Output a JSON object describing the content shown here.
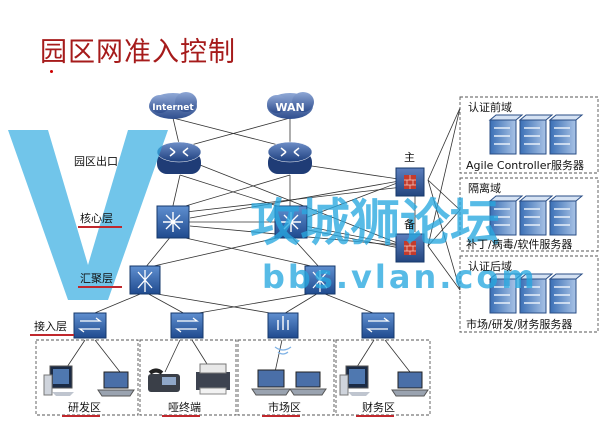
{
  "title": "园区网准入控制",
  "clouds": {
    "internet": "Internet",
    "wan": "WAN"
  },
  "layers": {
    "egress": "园区出口",
    "core": "核心层",
    "aggregation": "汇聚层",
    "access": "接入层"
  },
  "firewalls": {
    "primary": "主",
    "backup": "备"
  },
  "domains": [
    {
      "title": "认证前域",
      "server": "Agile Controller服务器"
    },
    {
      "title": "隔离域",
      "server": "补丁/病毒/软件服务器"
    },
    {
      "title": "认证后域",
      "server": "市场/研发/财务服务器"
    }
  ],
  "areas": [
    "研发区",
    "哑终端",
    "市场区",
    "财务区"
  ],
  "watermark": {
    "main": "攻城狮论坛",
    "url": "bbs.vlan.com"
  },
  "colors": {
    "title": "#a61b1b",
    "underline": "#c0282d",
    "router": "#2d5aa0",
    "switch": "#2b5fa8",
    "firewall": "#b83a2e",
    "watermark": "#29a8e0"
  }
}
